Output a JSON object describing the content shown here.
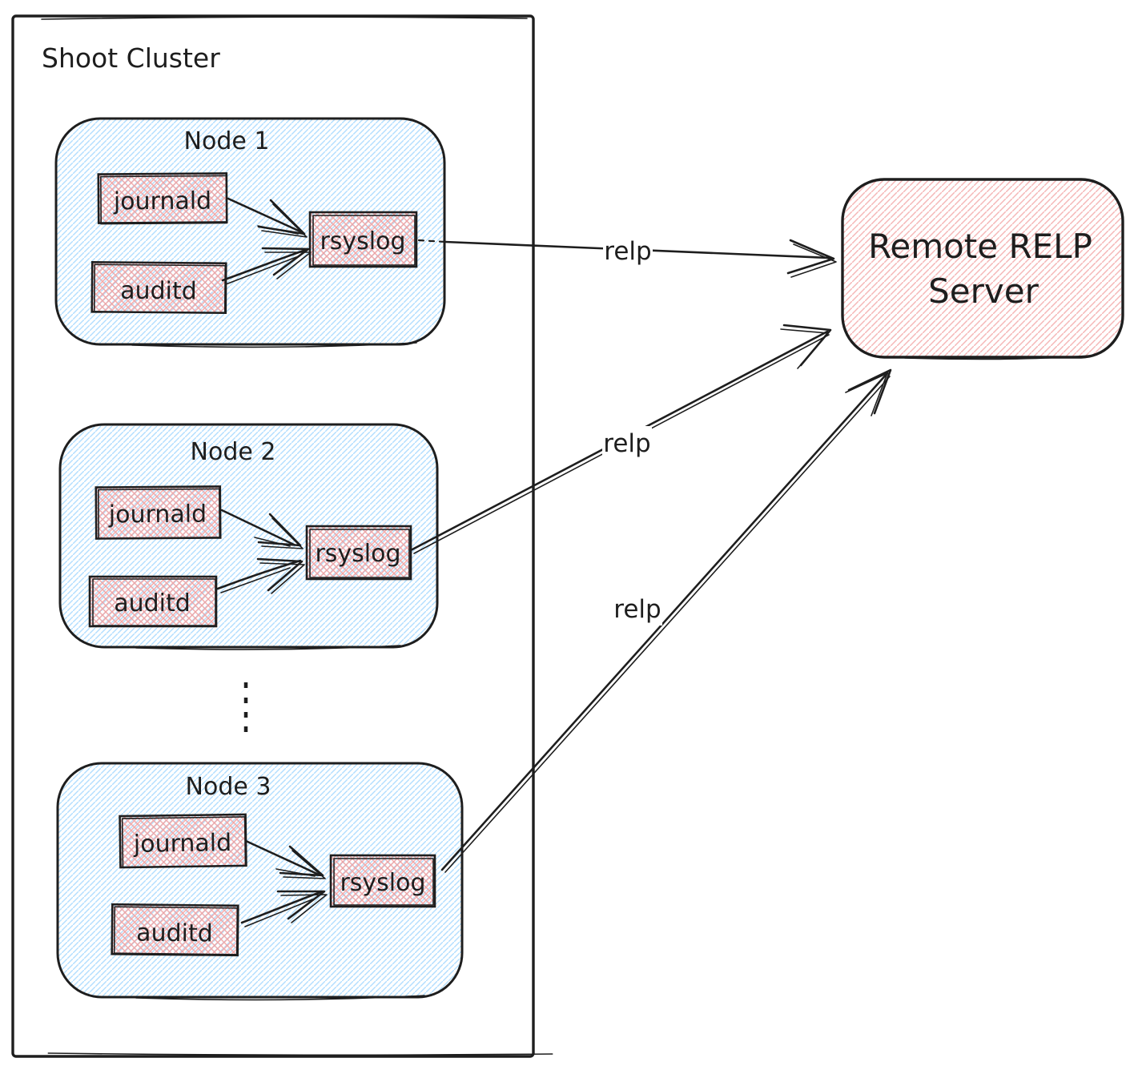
{
  "cluster": {
    "title": "Shoot Cluster"
  },
  "nodes": [
    {
      "title": "Node 1",
      "components": {
        "journald": "journald",
        "auditd": "auditd",
        "rsyslog": "rsyslog"
      }
    },
    {
      "title": "Node 2",
      "components": {
        "journald": "journald",
        "auditd": "auditd",
        "rsyslog": "rsyslog"
      }
    },
    {
      "title": "Node 3",
      "components": {
        "journald": "journald",
        "auditd": "auditd",
        "rsyslog": "rsyslog"
      }
    }
  ],
  "server": {
    "title_line1": "Remote RELP",
    "title_line2": "Server"
  },
  "edges": [
    {
      "from": "node-1-rsyslog",
      "to": "remote-relp-server",
      "label": "relp"
    },
    {
      "from": "node-2-rsyslog",
      "to": "remote-relp-server",
      "label": "relp"
    },
    {
      "from": "node-3-rsyslog",
      "to": "remote-relp-server",
      "label": "relp"
    }
  ],
  "colors": {
    "ink": "#1e1e1e",
    "node_hatch": "#a5d8ff",
    "component_hatch": "#f0a2a2",
    "server_hatch": "#f4b0b0"
  }
}
